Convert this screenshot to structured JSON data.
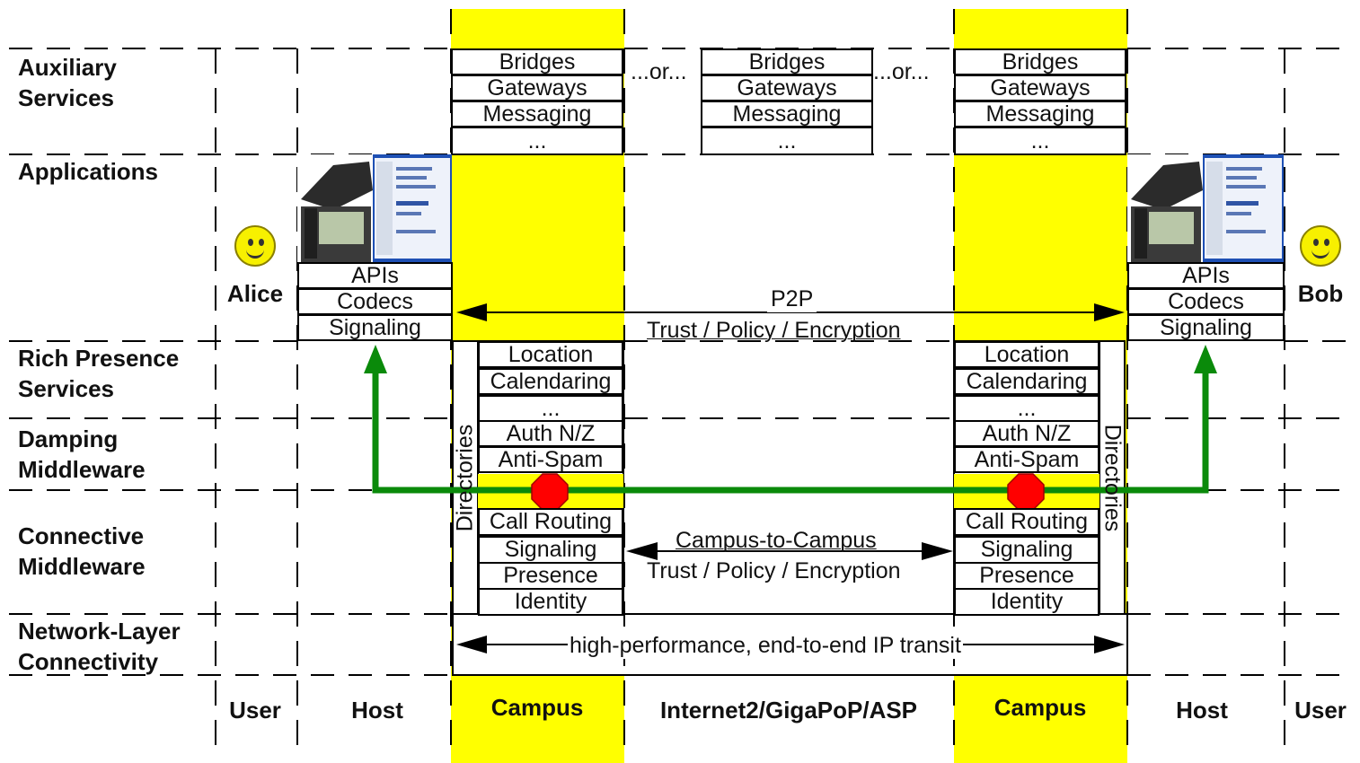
{
  "layers": [
    {
      "label": "Auxiliary Services"
    },
    {
      "label": "Applications"
    },
    {
      "label": "Rich Presence Services"
    },
    {
      "label": "Damping Middleware"
    },
    {
      "label": "Connective Middleware"
    },
    {
      "label": "Network-Layer Connectivity"
    }
  ],
  "columns": {
    "user_left": "User",
    "host_left": "Host",
    "campus_left": "Campus",
    "internet": "Internet2/GigaPoP/ASP",
    "campus_right": "Campus",
    "host_right": "Host",
    "user_right": "User"
  },
  "people": {
    "left": "Alice",
    "right": "Bob"
  },
  "auxiliary_stack": [
    "Bridges",
    "Gateways",
    "Messaging",
    "..."
  ],
  "or_text": "...or...",
  "host_stack": [
    "APIs",
    "Codecs",
    "Signaling"
  ],
  "campus_upper_stack": [
    "Location",
    "Calendaring",
    "...",
    "Auth N/Z",
    "Anti-Spam"
  ],
  "campus_lower_stack": [
    "Call Routing",
    "Signaling",
    "Presence",
    "Identity"
  ],
  "directories_label": "Directories",
  "p2p": {
    "label": "P2P",
    "sublabel": "Trust / Policy / Encryption"
  },
  "campus_to_campus": {
    "label": "Campus-to-Campus",
    "sublabel": "Trust / Policy / Encryption"
  },
  "transit_label": "high-performance, end-to-end IP transit",
  "colors": {
    "campus": "#ffff00",
    "path": "#008000",
    "stop": "#ff0000",
    "smiley": "#f7f000"
  },
  "icons": [
    "smiley-face-icon",
    "ip-phone-icon",
    "application-window-icon",
    "stop-octagon-icon"
  ]
}
